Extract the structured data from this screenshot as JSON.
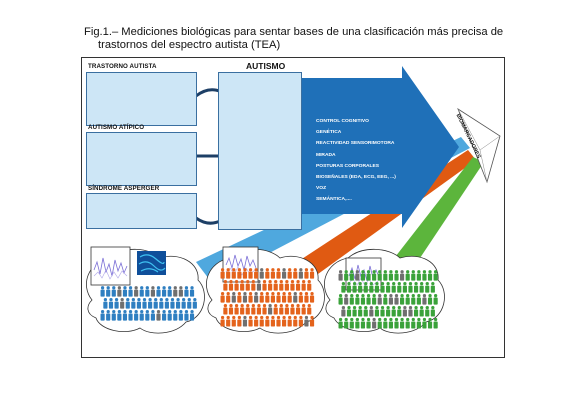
{
  "caption": {
    "line1": "Fig.1.– Mediciones biológicas para sentar bases de una clasificación más precisa de",
    "line2": "trastornos del espectro autista (TEA)"
  },
  "panels": {
    "trastorno": "TRASTORNO AUTISTA",
    "atipico": "AUTISMO ATÍPICO",
    "asperger": "SÍNDROME ASPERGER",
    "autismo": "AUTISMO"
  },
  "measures": [
    "CONTROL COGNITIVO",
    "GENÉTICA",
    "REACTIVIDAD SENSORIMOTORA",
    "MIRADA",
    "POSTURAS CORPORALES",
    "BIOSEÑALES (EDA, ECG, EEG, ...)",
    "VOZ",
    "SEMÁNTICA,...."
  ],
  "biomarkers": "BIOMARCADORES",
  "colors": {
    "blue": "#2f7fc1",
    "orange": "#e4631c",
    "green": "#3aa23a",
    "gray": "#6f6f6f",
    "arrow_blue": "#1f70b8",
    "band_blue": "#4fa8de",
    "band_orange": "#e05a12",
    "band_green": "#5cb53c",
    "panel_bg": "#cde6f6"
  }
}
